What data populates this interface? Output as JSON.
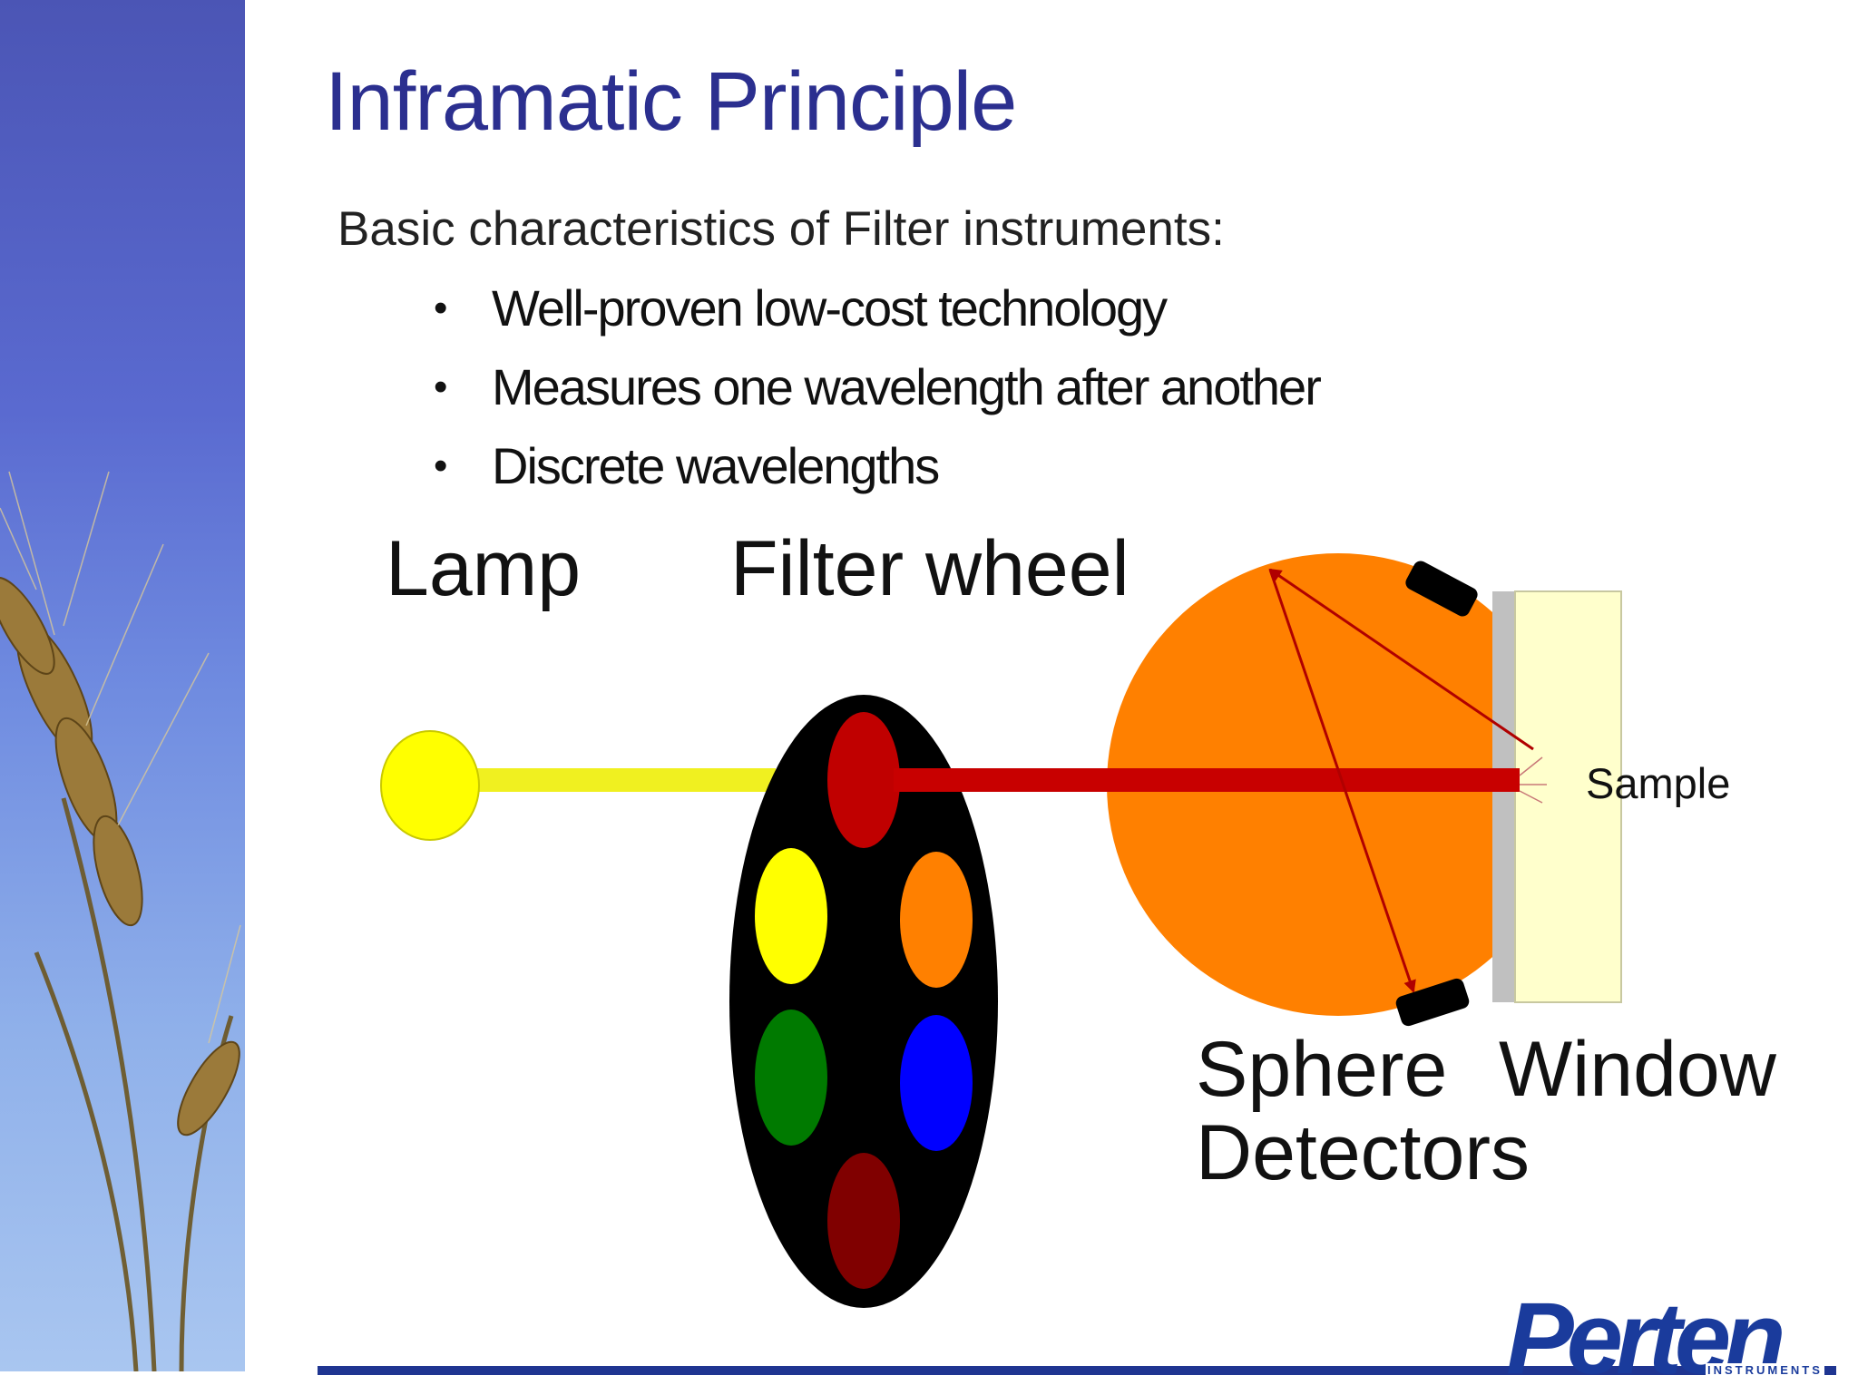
{
  "title": "Inframatic Principle",
  "subtitle": "Basic characteristics of Filter instruments:",
  "bullets": [
    "Well-proven low-cost technology",
    "Measures one wavelength after another",
    "Discrete wavelengths"
  ],
  "bullet_glyph": "•",
  "diagram": {
    "labels": {
      "lamp": "Lamp",
      "filter_wheel": "Filter wheel",
      "sphere": "Sphere",
      "window": "Window",
      "detectors": "Detectors",
      "sample": "Sample"
    },
    "colors": {
      "lamp": "#ffff00",
      "lamp_beam": "#f0f020",
      "filter_beam": "#c80000",
      "wheel": "#000000",
      "sphere": "#ff8000",
      "window": "#c0c0c0",
      "sample": "#ffffcc",
      "detector": "#000000",
      "ray": "#b00000",
      "filters": [
        "#c00000",
        "#ffff00",
        "#ff8000",
        "#007a00",
        "#0000ff",
        "#800000"
      ]
    }
  },
  "logo": {
    "name": "Perten",
    "subtitle": "INSTRUMENTS"
  }
}
